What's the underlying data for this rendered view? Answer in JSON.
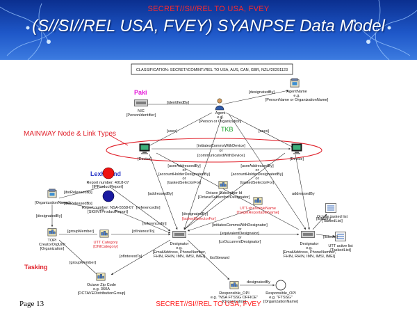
{
  "slide": {
    "classification_top": "SECRET//SI//REL TO USA, FVEY",
    "title": "(S//SI//REL USA, FVEY) SYANPSE Data Model",
    "classification_bottom": "SECRET//SI//REL TO USA, FVEY",
    "page_label": "Page 13"
  },
  "diagram": {
    "classification_box": "CLASSIFICATION:  SECRET//COMINT//REL TO USA, AUS, CAN, GBR, NZL//20291123",
    "callouts": {
      "paki": "Paki",
      "tkb": "TKB",
      "mainway": "MAINWAY Node & Link Types",
      "lexhound": "LexHound",
      "tasking": "Tasking"
    },
    "nodes": {
      "agent_name": [
        "AgentName",
        "e.g.",
        "[PersonName or OrganizationName]"
      ],
      "nic": [
        "NIC",
        "[PersonIdentifier]"
      ],
      "agent": [
        "Agent",
        "e.g.",
        "[Person or Organization]"
      ],
      "device_left": "[Device]",
      "device_right": "[Device]",
      "report_ip": [
        "Report number: 4018-07",
        "[IPProductReport]"
      ],
      "report_sigint": [
        "Report number: NSA-5558-07",
        "[SIGINTProductReport]"
      ],
      "organization_name": "[OrganizationName]",
      "octave_subscriber": [
        "Octave Subscriber Id",
        "[OctaveSubscriberDesignator]"
      ],
      "utt_category": [
        "UTT Category",
        "[DNICategory]"
      ],
      "utt_shareable": [
        "UTT-shareableName",
        "[TargetReportableName]"
      ],
      "tops": [
        "TOPI",
        "CreatorOrgUnit",
        "[Organization]"
      ],
      "designator_center": [
        "Designator",
        "e.g.",
        "[EmailAddress, PhoneNumber,",
        "FHIN, RHIN, IMN, IMSI, IMEI]"
      ],
      "designator_right": [
        "Designator",
        "e.g.",
        "[EmailAddress, PhoneNumber,",
        "FHIN, RHIN, IMN, IMSI, IMEI]"
      ],
      "octave_tasked": [
        "Octave tasked list",
        "[TaskedList]"
      ],
      "utt_active": [
        "UTT active list",
        "[TaskedList]"
      ],
      "octave_zip": [
        "Octave Zip Code",
        "e.g. 360A",
        "[OCTAVEDistributionGroup]"
      ],
      "responsible_opi_org": [
        "Responsible_OPI",
        "e.g. \"NSA FTSSG OFFICE\"",
        "[Organization]"
      ],
      "responsible_opi_name": [
        "Responsible_OPI",
        "e.g. \"FTSSG\"",
        "[OrganizationName]"
      ]
    },
    "edges": {
      "designated_by_top": "[designatedBy]",
      "identified_by": "[identifiedBy]",
      "uses_left": "[uses]",
      "uses_right": "[uses]",
      "initiates_comms": "[initiatesCommsWithDevice]",
      "or_1": "or",
      "communicated_with": "[communicatedWithDevice]",
      "user_addressed_left": "[userAddressedBy]",
      "or_2": "or",
      "account_holder_left": "[accountHolderDesignatedBy]",
      "or_3": "or",
      "tasked_selector_left": "[taskedSelectorFor]",
      "user_addressed_right": "[userAddressedBy]",
      "or_4": "or",
      "account_holder_right": "[accountHolderDesignatedBy]",
      "or_5": "or",
      "tasked_selector_right": "[taskedSelectorFor]",
      "addressed_by_left": "[addressedBy]",
      "addressed_by_right": "addressedBy",
      "ibo_released_by_1": "[iboReleasedBy]",
      "ibo_released_by_2": "[iboReleasedBy]",
      "designated_by_org": "[designatedBy]",
      "referenced_in_1": "[referencedIn]",
      "referenced_in_2": "[referencedIn]",
      "designated_by_mid": "[designatedBy]",
      "tasked_selector_for": "[taskedSelectorFor]",
      "initiates_comms_designator": "[initiatesCommsWithDesignator]",
      "or_6": "or",
      "equivalent_designator": "[equivalentDesignator]",
      "or_7": "or",
      "co_occurrent": "[coOccurrentDesignator]",
      "group_member_1": "[groupMember]",
      "of_interest_1": "[ofInterestTo]",
      "of_interest_2": "[ofInterestTo]",
      "listed_in_1": "[listedIn]",
      "listed_in_2": "[listedIn]",
      "ibo_steward": "iboSteward",
      "group_member_2": "[groupMember]",
      "designated_by_bottom": "designatedBy"
    }
  }
}
